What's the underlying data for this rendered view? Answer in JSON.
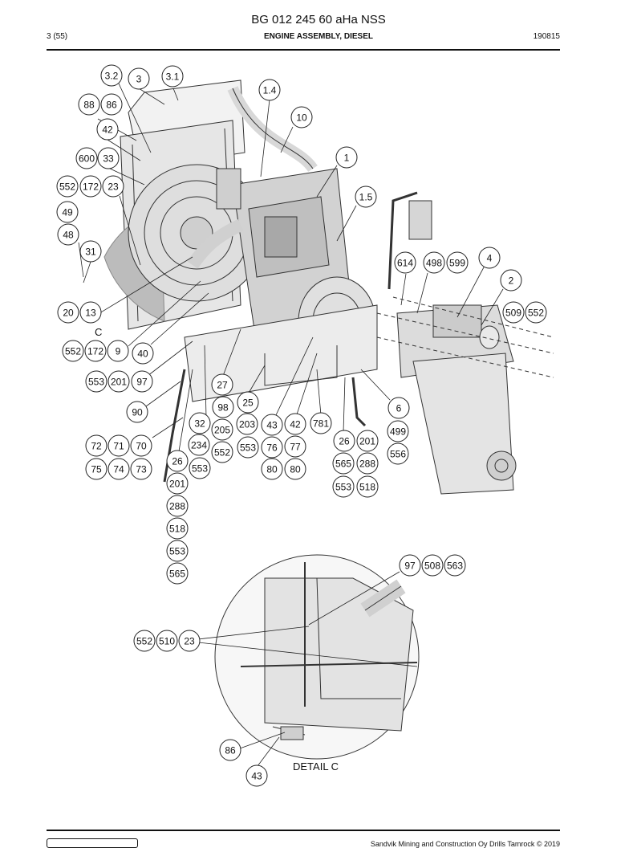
{
  "header": {
    "title": "BG 012 245 60 aHa NSS",
    "page": "3 (55)",
    "section": "ENGINE ASSEMBLY, DIESEL",
    "date": "190815"
  },
  "figure": {
    "detail_letter": "C",
    "detail_caption": "DETAIL C",
    "callouts": [
      "3.2",
      "3",
      "3.1",
      "1.4",
      "88",
      "86",
      "10",
      "42",
      "600",
      "33",
      "1",
      "552",
      "172",
      "23",
      "1.5",
      "49",
      "48",
      "31",
      "614",
      "498",
      "599",
      "4",
      "2",
      "20",
      "13",
      "509",
      "552",
      "552",
      "172",
      "9",
      "40",
      "553",
      "201",
      "97",
      "27",
      "98",
      "25",
      "90",
      "32",
      "205",
      "203",
      "43",
      "42",
      "781",
      "6",
      "499",
      "72",
      "71",
      "70",
      "234",
      "552",
      "553",
      "76",
      "77",
      "26",
      "201",
      "556",
      "75",
      "74",
      "73",
      "26",
      "553",
      "80",
      "80",
      "565",
      "288",
      "553",
      "518",
      "201",
      "288",
      "518",
      "553",
      "565",
      "97",
      "508",
      "563",
      "552",
      "510",
      "23",
      "86",
      "43"
    ]
  },
  "footer": {
    "copyright": "Sandvik Mining and Construction Oy Drills Tamrock © 2019"
  }
}
